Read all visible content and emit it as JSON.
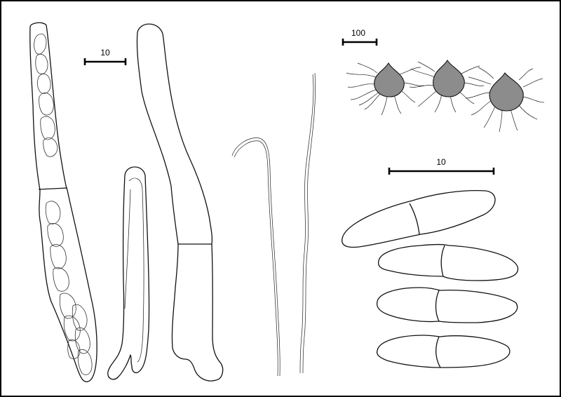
{
  "scale_bars": {
    "left": "10",
    "top_right": "100",
    "right": "10"
  },
  "colors": {
    "border": "#000000",
    "outline": "#111111",
    "ascomata_fill": "#8c8c8c"
  }
}
